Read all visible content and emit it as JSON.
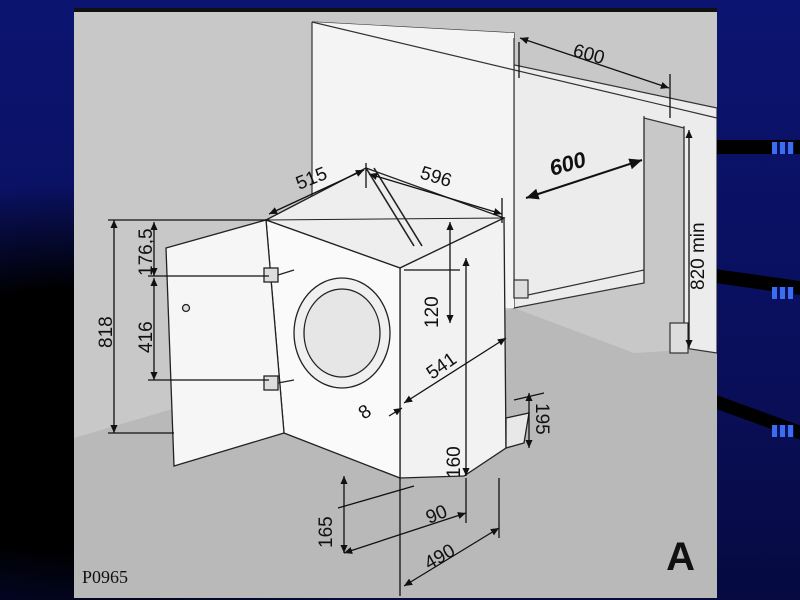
{
  "diagram": {
    "code": "P0965",
    "letter": "A",
    "dimensions": {
      "niche_width_top": "600",
      "niche_width_floor": "600",
      "niche_height": "820 min",
      "depth": "515",
      "width": "596",
      "hinge_top": "176,5",
      "hinge_spacing": "416",
      "total_height": "818",
      "top_offset": "120",
      "side_depth": "541",
      "door_offset": "8",
      "plinth_height": "160",
      "plinth_depth": "195",
      "door_bottom": "165",
      "plinth_setback": "90",
      "bottom_depth": "490"
    }
  }
}
